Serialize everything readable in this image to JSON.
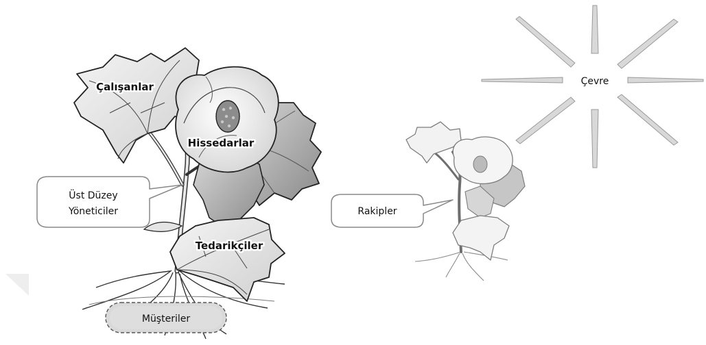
{
  "labels": {
    "employees": "Çalışanlar",
    "shareholders": "Hissedarlar",
    "suppliers": "Tedarikçiler",
    "management_line1": "Üst Düzey",
    "management_line2": "Yöneticiler",
    "customers": "Müşteriler",
    "competitors": "Rakipler",
    "environment": "Çevre"
  },
  "icons": {
    "large_plant": "plant-with-flower",
    "small_plant": "small-plant-with-flower",
    "sun": "sun-rays"
  }
}
